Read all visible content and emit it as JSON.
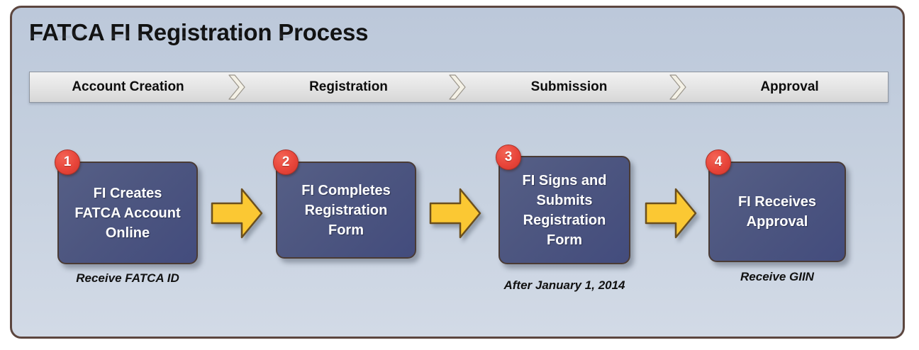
{
  "title": "FATCA FI Registration Process",
  "stage_bar": {
    "stages": [
      {
        "label": "Account Creation"
      },
      {
        "label": "Registration"
      },
      {
        "label": "Submission"
      },
      {
        "label": "Approval"
      }
    ],
    "separator_icon": "double-chevron-right-icon"
  },
  "flow": {
    "connector_icon": "right-block-arrow-icon",
    "steps": [
      {
        "number": "1",
        "text": "FI Creates\nFATCA Account\nOnline",
        "caption": "Receive FATCA ID"
      },
      {
        "number": "2",
        "text": "FI Completes\nRegistration\nForm",
        "caption": ""
      },
      {
        "number": "3",
        "text": "FI Signs and\nSubmits\nRegistration\nForm",
        "caption": "After January 1, 2014"
      },
      {
        "number": "4",
        "text": "FI Receives\nApproval",
        "caption": "Receive GIIN"
      }
    ]
  },
  "colors": {
    "frame_border": "#5c463f",
    "frame_bg_top": "#bcc8da",
    "frame_bg_bottom": "#d2dae6",
    "box_fill": "#4d5680",
    "box_border": "#4a3b35",
    "badge_red": "#e8453a",
    "arrow_gold": "#fbc833",
    "arrow_outline": "#6b4f1e",
    "stage_bar_fill": "#e6e6e6",
    "stage_text": "#0d0d0d",
    "box_text": "#ffffff"
  }
}
